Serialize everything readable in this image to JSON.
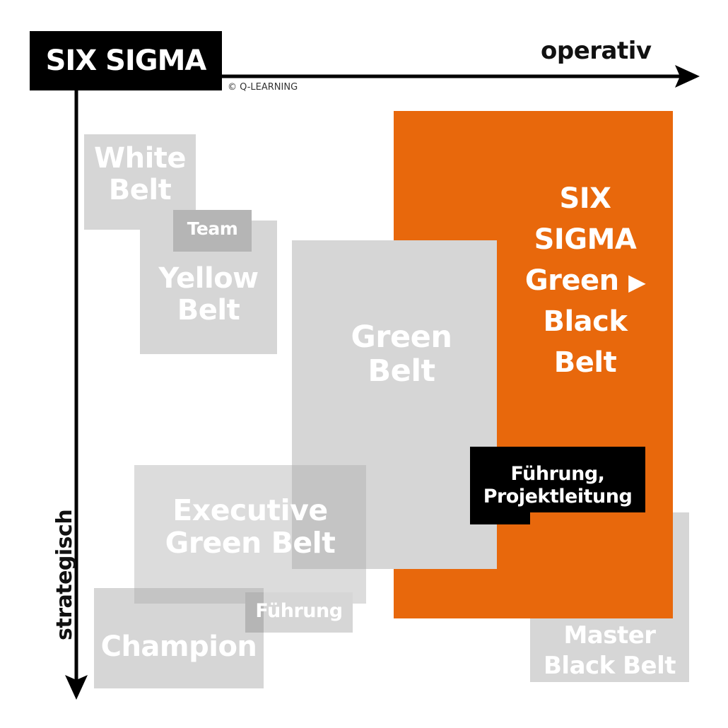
{
  "brand": {
    "title": "SIX SIGMA",
    "copyright": "© Q-LEARNING"
  },
  "axes": {
    "horizontal_label": "operativ",
    "vertical_label": "strategisch"
  },
  "belts": {
    "white": {
      "line1": "White",
      "line2": "Belt"
    },
    "team": "Team",
    "yellow": {
      "line1": "Yellow",
      "line2": "Belt"
    },
    "green": {
      "line1": "Green",
      "line2": "Belt"
    },
    "green_black": {
      "line1": "SIX",
      "line2": "SIGMA",
      "line3": "Green",
      "arrow": "▶",
      "line4": "Black",
      "line5": "Belt"
    },
    "leadership_pl": {
      "line1": "Führung,",
      "line2": "Projektleitung"
    },
    "executive": {
      "line1": "Executive",
      "line2": "Green Belt"
    },
    "fuehrung": "Führung",
    "champion": "Champion",
    "master": {
      "line1": "Master",
      "line2": "Black Belt"
    }
  },
  "colors": {
    "orange": "#e8680c",
    "gray": "#d6d6d6",
    "black": "#000000",
    "white": "#ffffff"
  }
}
